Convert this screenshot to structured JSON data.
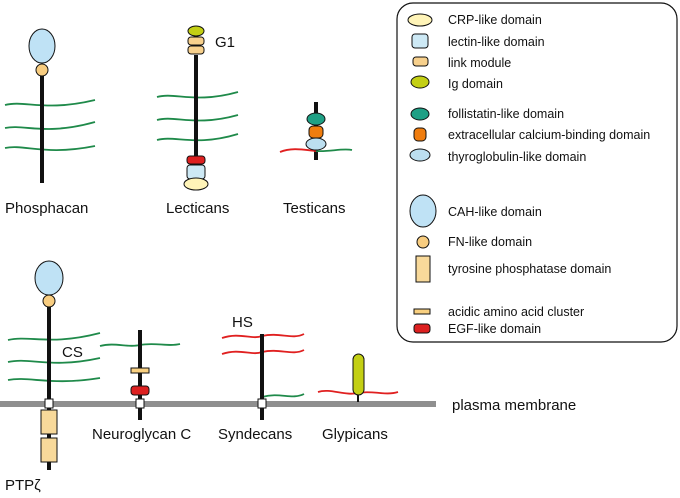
{
  "colors": {
    "core": "#111111",
    "membrane": "#8f8f8f",
    "gag_green": "#1f8a4a",
    "gag_red": "#e02020",
    "crp": "#fff4b8",
    "lectin": "#cde9f5",
    "link": "#f7d08c",
    "ig": "#c3cf14",
    "follistatin": "#1fa085",
    "calcium": "#f07d0e",
    "thyroglobulin": "#bcdff0",
    "cah": "#bfe2f5",
    "fn": "#f8cd80",
    "tyrosine": "#f8d99a",
    "acidic": "#f9d080",
    "egf": "#dd2020"
  },
  "molecules": {
    "phosphacan": "Phosphacan",
    "lecticans": "Lecticans",
    "g1": "G1",
    "testicans": "Testicans",
    "ptpz": "PTPζ",
    "cs": "CS",
    "neuroglycan": "Neuroglycan C",
    "hs": "HS",
    "syndecans": "Syndecans",
    "glypicans": "Glypicans"
  },
  "membrane": {
    "label": "plasma membrane"
  },
  "legend": {
    "items": [
      {
        "key": "crp",
        "label": "CRP-like domain",
        "icon": "flat-ellipse"
      },
      {
        "key": "lectin",
        "label": "lectin-like domain",
        "icon": "rounded-square"
      },
      {
        "key": "link",
        "label": "link module",
        "icon": "rounded-rect"
      },
      {
        "key": "ig",
        "label": "Ig domain",
        "icon": "flat-ellipse"
      },
      {
        "key": "follistatin",
        "label": "follistatin-like domain",
        "icon": "flat-ellipse"
      },
      {
        "key": "calcium",
        "label": "extracellular calcium-binding domain",
        "icon": "rounded-rect"
      },
      {
        "key": "thyroglobulin",
        "label": "thyroglobulin-like domain",
        "icon": "flat-ellipse"
      },
      {
        "key": "cah",
        "label": "CAH-like domain",
        "icon": "ellipse"
      },
      {
        "key": "fn",
        "label": "FN-like domain",
        "icon": "circle"
      },
      {
        "key": "tyrosine",
        "label": "tyrosine phosphatase domain",
        "icon": "tall-rect"
      },
      {
        "key": "acidic",
        "label": "acidic amino acid cluster",
        "icon": "bar"
      },
      {
        "key": "egf",
        "label": "EGF-like domain",
        "icon": "rounded-rect"
      }
    ]
  }
}
